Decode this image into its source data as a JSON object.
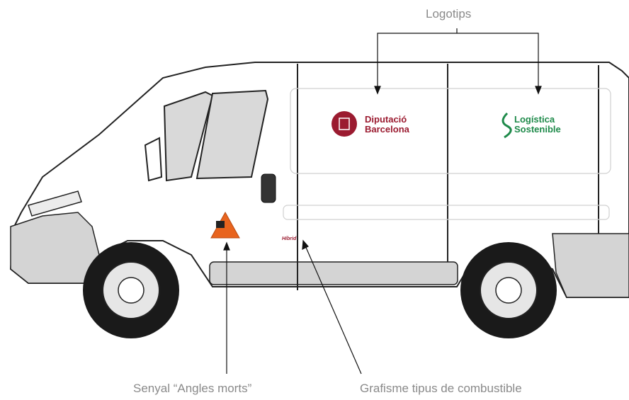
{
  "callouts": {
    "logos": "Logotips",
    "blind_spot": "Senyal “Angles morts”",
    "fuel_graphic": "Grafisme tipus de combustible"
  },
  "logo_diputacio": {
    "line1": "Diputació",
    "line2": "Barcelona",
    "color": "#9b1b30"
  },
  "logo_logistica": {
    "line1": "Logística",
    "line2": "Sostenible",
    "color": "#1e8a4a"
  },
  "fuel_badge": {
    "text": "Híbrid",
    "color": "#9b1b30"
  },
  "colors": {
    "line": "#222222",
    "grey_body": "#d4d4d4",
    "tire": "#1a1a1a",
    "warning": "#e8641e",
    "callout_text": "#8a8a8a"
  }
}
